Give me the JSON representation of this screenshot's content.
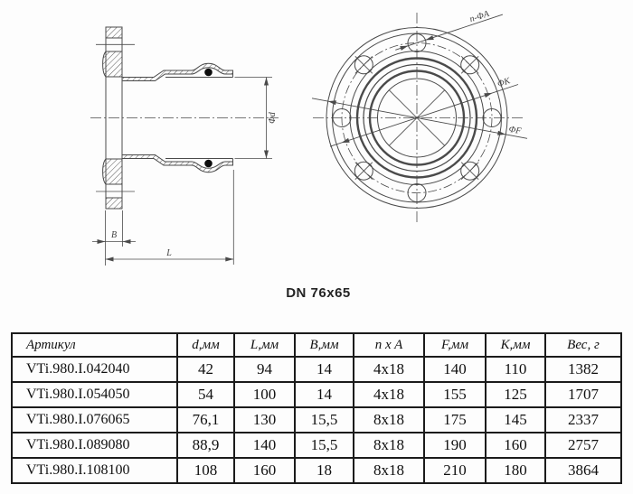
{
  "drawing": {
    "title": "DN 76x65",
    "labels": {
      "hole_count_dia": "n-ΦA",
      "bolt_circle_dia": "ΦK",
      "flange_dia": "ΦF",
      "pipe_dia": "Φd",
      "thickness": "B",
      "length": "L"
    },
    "colors": {
      "line": "#4a4a4a",
      "oring": "#0d0d0d",
      "table_border": "#1b1b1b",
      "text": "#111111"
    }
  },
  "table": {
    "headers": [
      "Артикул",
      "d,мм",
      "L,мм",
      "В,мм",
      "n x A",
      "F,мм",
      "К,мм",
      "Вес, г"
    ],
    "rows": [
      [
        "VTi.980.I.042040",
        "42",
        "94",
        "14",
        "4x18",
        "140",
        "110",
        "1382"
      ],
      [
        "VTi.980.I.054050",
        "54",
        "100",
        "14",
        "4x18",
        "155",
        "125",
        "1707"
      ],
      [
        "VTi.980.I.076065",
        "76,1",
        "130",
        "15,5",
        "8x18",
        "175",
        "145",
        "2337"
      ],
      [
        "VTi.980.I.089080",
        "88,9",
        "140",
        "15,5",
        "8x18",
        "190",
        "160",
        "2757"
      ],
      [
        "VTi.980.I.108100",
        "108",
        "160",
        "18",
        "8x18",
        "210",
        "180",
        "3864"
      ]
    ]
  }
}
